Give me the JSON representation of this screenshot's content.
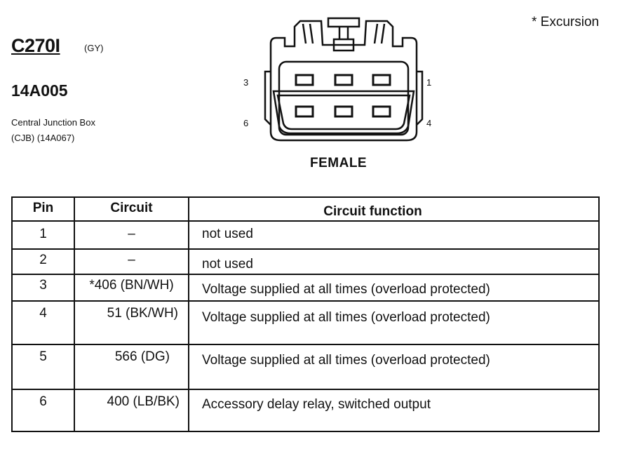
{
  "header": {
    "connector_id": "C270I",
    "color_code": "(GY)",
    "part_number": "14A005",
    "description_line1": "Central Junction Box",
    "description_line2": "(CJB) (14A067)",
    "note": "* Excursion"
  },
  "diagram": {
    "pin_labels": {
      "top_left": "3",
      "top_right": "1",
      "bottom_left": "6",
      "bottom_right": "4"
    },
    "caption": "FEMALE"
  },
  "table": {
    "headers": [
      "Pin",
      "Circuit",
      "Circuit function"
    ],
    "rows": [
      {
        "pin": "1",
        "circuit": "–",
        "function": "not used"
      },
      {
        "pin": "2",
        "circuit": "–",
        "function": "not used"
      },
      {
        "pin": "3",
        "circuit": "*406 (BN/WH)",
        "function": "Voltage supplied at all times (overload protected)"
      },
      {
        "pin": "4",
        "circuit": "51 (BK/WH)",
        "function": "Voltage supplied at all times (overload protected)"
      },
      {
        "pin": "5",
        "circuit": "566 (DG)",
        "function": "Voltage supplied at all times (overload protected)"
      },
      {
        "pin": "6",
        "circuit": "400 (LB/BK)",
        "function": "Accessory delay relay, switched output"
      }
    ]
  }
}
